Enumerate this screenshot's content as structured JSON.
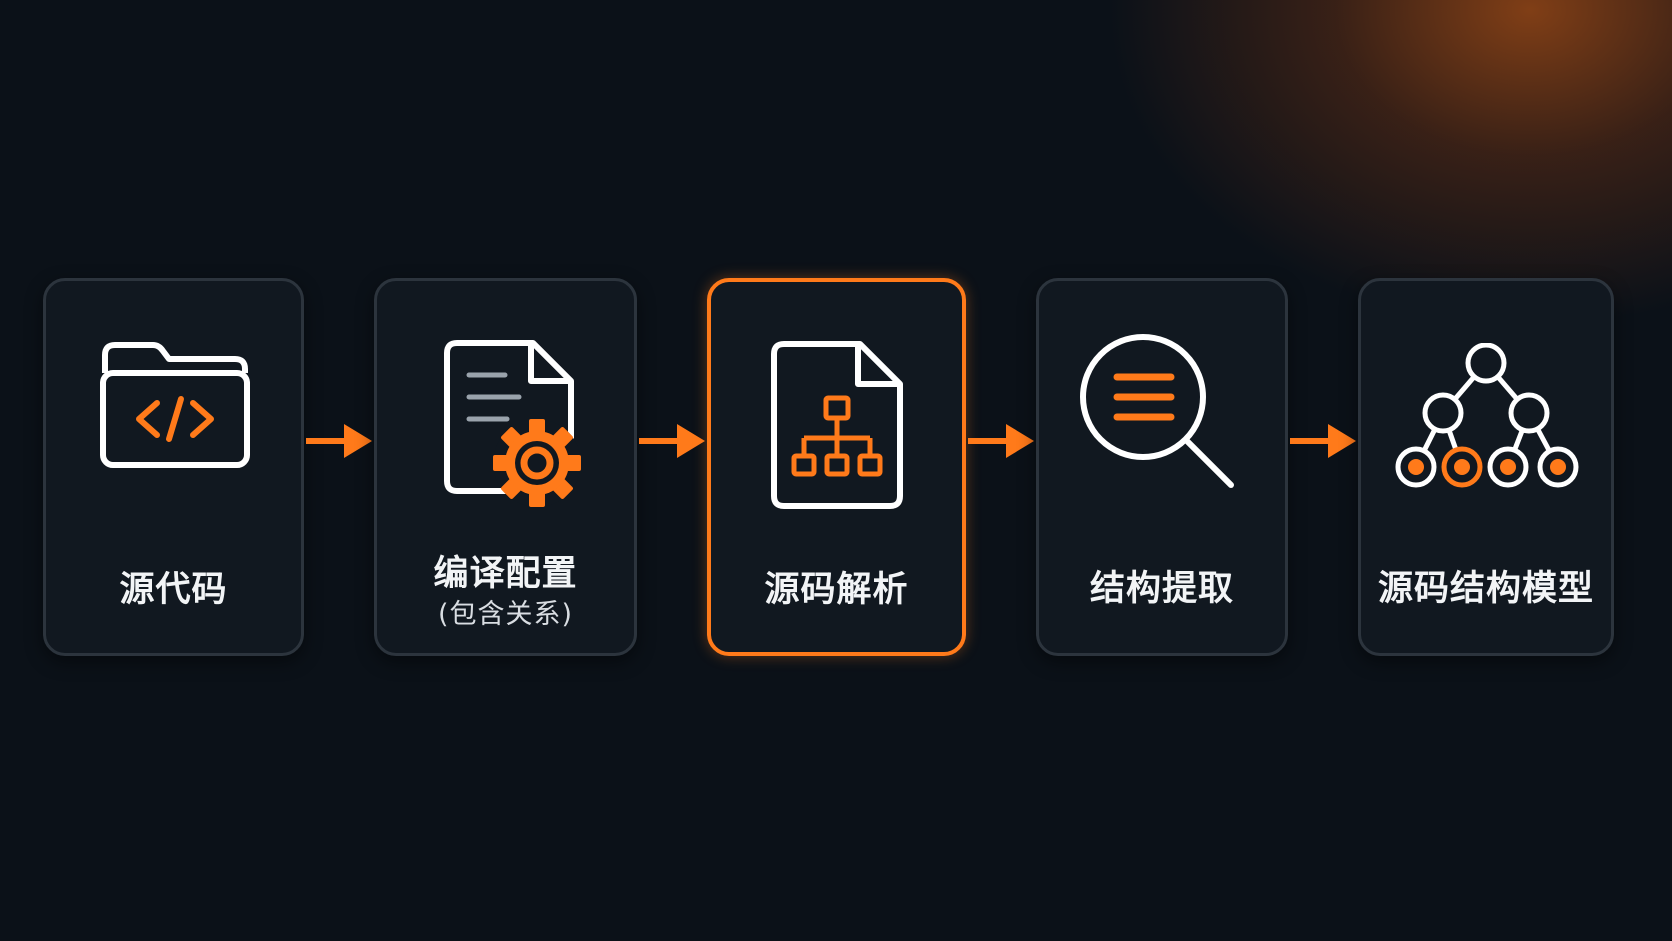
{
  "diagram": {
    "steps": [
      {
        "label": "源代码",
        "sublabel": "",
        "icon": "code-folder-icon",
        "highlighted": false
      },
      {
        "label": "编译配置",
        "sublabel": "(包含关系)",
        "icon": "document-gear-icon",
        "highlighted": false
      },
      {
        "label": "源码解析",
        "sublabel": "",
        "icon": "document-hierarchy-icon",
        "highlighted": true
      },
      {
        "label": "结构提取",
        "sublabel": "",
        "icon": "magnifier-list-icon",
        "highlighted": false
      },
      {
        "label": "源码结构模型",
        "sublabel": "",
        "icon": "tree-model-icon",
        "highlighted": false
      }
    ],
    "connector": "arrow-right-icon"
  },
  "colors": {
    "accent": "#ff7a1a",
    "background": "#0b1118",
    "card": "#111820",
    "card_border": "#2c343d",
    "text": "#f2f4f6"
  }
}
